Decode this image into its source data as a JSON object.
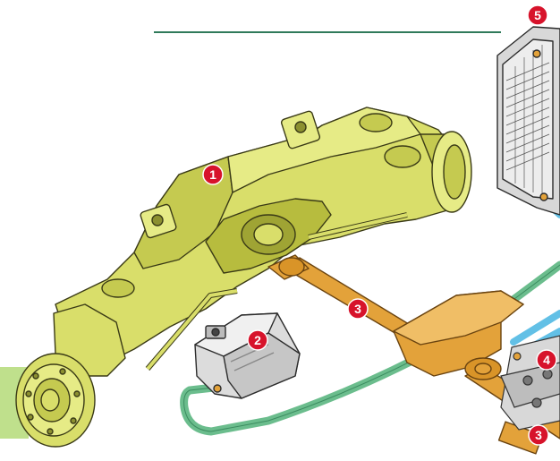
{
  "colors": {
    "axle": "#d9de6a",
    "axle_dark": "#a9ae2e",
    "shaft": "#e3a23a",
    "shaft_dark": "#b5761d",
    "hose_green": "#6bbd8d",
    "hose_blue": "#62c0e6",
    "callout": "#d7132b",
    "rule": "#2f7a5a",
    "side_tab": "#bfe08c"
  },
  "callouts": [
    {
      "label": "1"
    },
    {
      "label": "2"
    },
    {
      "label": "3"
    },
    {
      "label": "3"
    },
    {
      "label": "4"
    },
    {
      "label": "5"
    }
  ],
  "icons": [
    "axle-housing-icon",
    "fluid-reservoir-icon",
    "propeller-shaft-icon",
    "hydraulic-valve-icon",
    "oil-cooler-icon"
  ]
}
